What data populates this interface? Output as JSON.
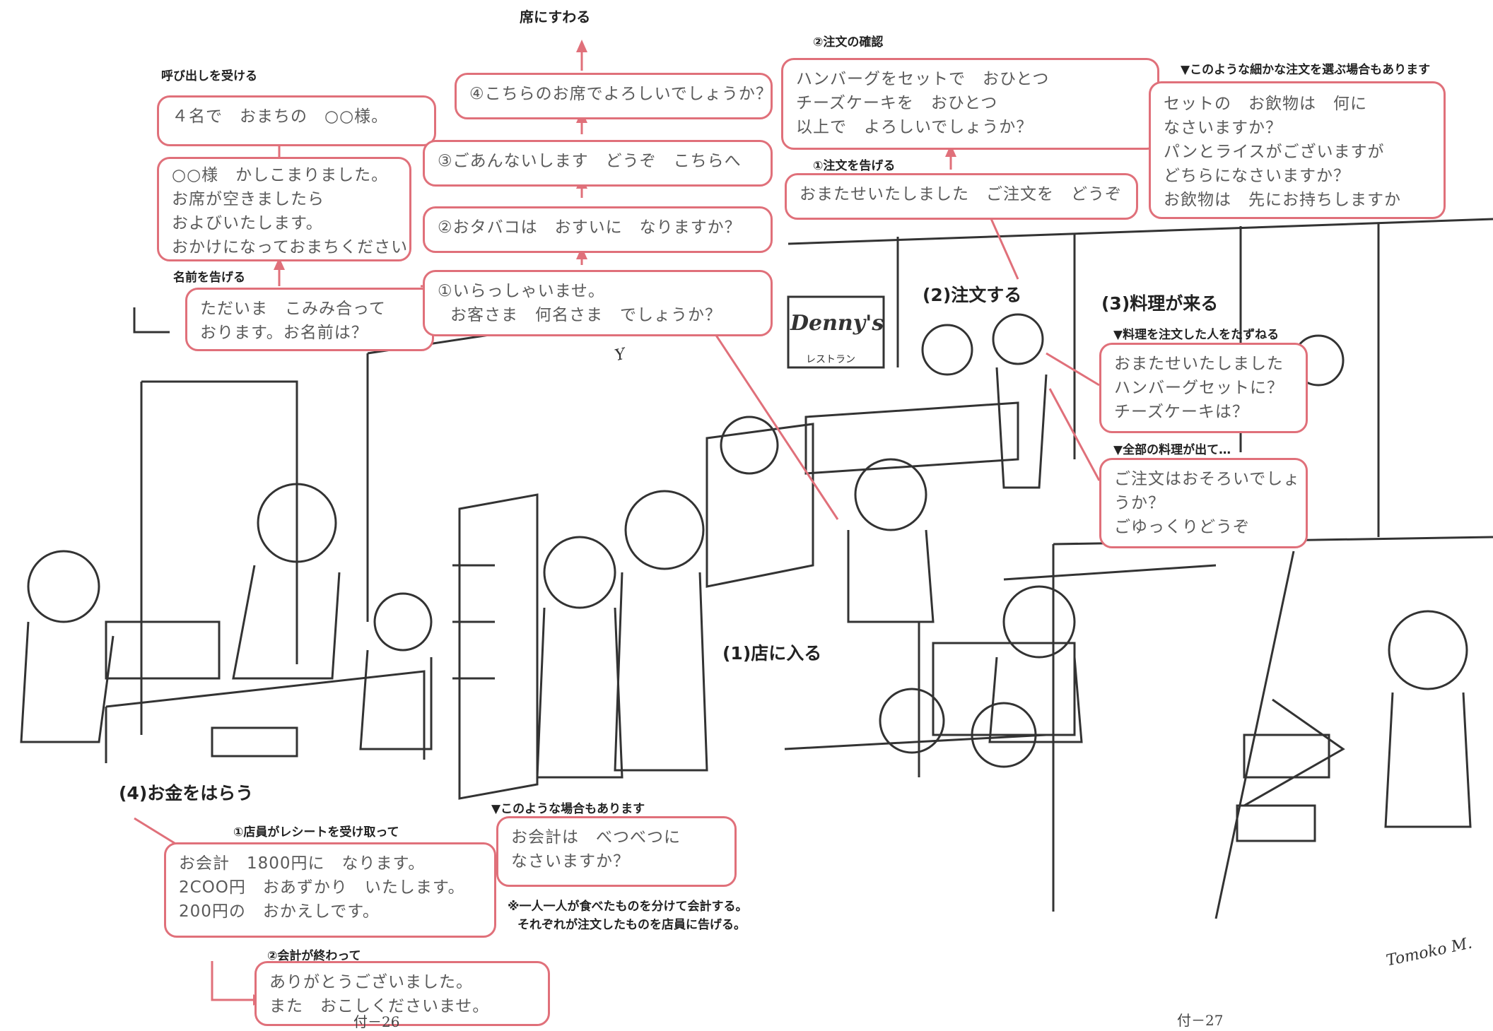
{
  "colors": {
    "accent": "#e0707a",
    "ink": "#222222",
    "text": "#5a5a5a"
  },
  "left": {
    "top_label": "席にすわる",
    "call_label": "呼び出しを受ける",
    "call_box": [
      "４名で　おまちの　○○様。"
    ],
    "wait_box": [
      "○○様　かしこまりました。",
      "お席が空きましたら",
      "およびいたします。",
      "おかけになっておまちください"
    ],
    "name_label": "名前を告げる",
    "name_box": [
      "ただいま　こみみ合って",
      "おります。お名前は？"
    ],
    "step4_box": [
      "④こちらのお席でよろしいでしょうか？"
    ],
    "step3_box": [
      "③ごあんないします　どうぞ　こちらへ"
    ],
    "step2_box": [
      "②おタバコは　おすいに　なりますか？"
    ],
    "step1_box": [
      "①いらっしゃいませ。",
      "お客さま　何名さま　でしょうか？"
    ],
    "enter_label": "(1)店に入る",
    "pay_label": "(4)お金をはらう",
    "receipt_label": "①店員がレシートを受け取って",
    "receipt_box": [
      "お会計　1800円に　なります。",
      "2COO円　おあずかり　いたします。",
      "200円の　おかえしです。"
    ],
    "case_label": "▼このような場合もあります",
    "case_box": [
      "お会計は　べつべつに",
      "なさいますか？"
    ],
    "case_note": [
      "※一人一人が食べたものを分けて会計する。",
      "それぞれが注文したものを店員に告げる。"
    ],
    "done_label": "②会計が終わって",
    "done_box": [
      "ありがとうございました。",
      "また　おこしくださいませ。"
    ],
    "page_num": "付－26",
    "sign_text": "Y"
  },
  "right": {
    "confirm_label": "②注文の確認",
    "confirm_box": [
      "ハンバーグをセットで　おひとつ",
      "チーズケーキを　おひとつ",
      "以上で　よろしいでしょうか？"
    ],
    "detail_label": "▼このような細かな注文を選ぶ場合もあります",
    "detail_box": [
      "セットの　お飲物は　何に",
      "なさいますか？",
      "パンとライスがございますが",
      "どちらになさいますか？",
      "お飲物は　先にお持ちしますか"
    ],
    "tell_label": "①注文を告げる",
    "tell_box": [
      "おまたせいたしました　ご注文を　どうぞ"
    ],
    "order_label": "(2)注文する",
    "food_label": "(3)料理が来る",
    "ask_label": "▼料理を注文した人をたずねる",
    "ask_box": [
      "おまたせいたしました",
      "ハンバーグセットに？",
      "チーズケーキは？"
    ],
    "all_label": "▼全部の料理が出て…",
    "all_box": [
      "ご注文はおそろいでしょ",
      "うか？",
      "ごゆっくりどうぞ"
    ],
    "restaurant_sign": "Denny's",
    "restaurant_sub": "レストラン",
    "page_num": "付－27",
    "signature": "Tomoko M."
  }
}
